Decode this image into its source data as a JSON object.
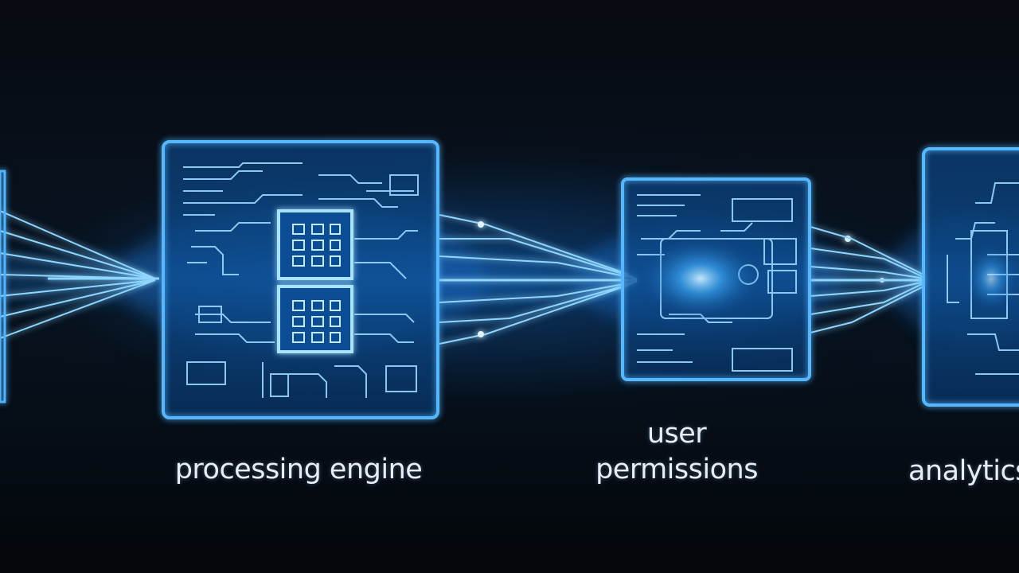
{
  "nodes": [
    {
      "id": "processing",
      "label": "processing engine"
    },
    {
      "id": "user",
      "label_line1": "user",
      "label_line2": "permissions"
    },
    {
      "id": "analytics",
      "label": "analytics"
    }
  ],
  "colors": {
    "background": "#05080d",
    "glow": "#1e90ff",
    "line": "#7fd0ff",
    "panel_border": "#3aa7ff",
    "label": "#e6edf5"
  }
}
